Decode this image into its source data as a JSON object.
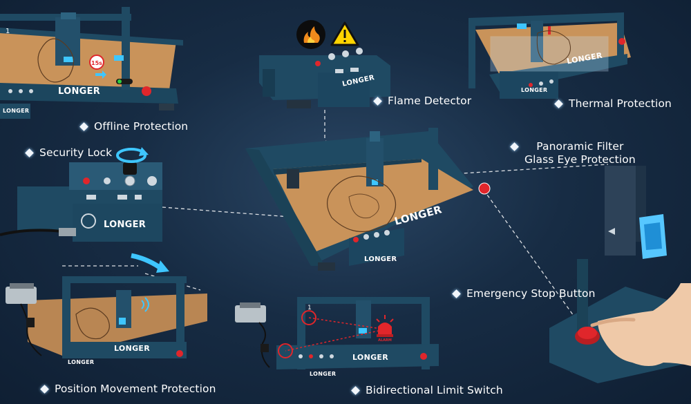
{
  "features": {
    "offline_protection": "Offline Protection",
    "security_lock": "Security Lock",
    "position_movement_protection": "Position Movement Protection",
    "flame_detector": "Flame Detector",
    "thermal_protection": "Thermal Protection",
    "panoramic_filter_line1": "Panoramic Filter",
    "panoramic_filter_line2": "Glass Eye Protection",
    "emergency_stop_button": "Emergency Stop Button",
    "bidirectional_limit_switch": "Bidirectional Limit Switch"
  },
  "brand": {
    "name": "LONGER"
  },
  "offline_panel": {
    "timer_badge": "15s",
    "frame_number": "1"
  },
  "limit_switch_panel": {
    "frame_number": "1",
    "alarm_text": "ALARM"
  },
  "colors": {
    "frame": "#1f4a63",
    "wood": "#c9935a",
    "accent_red": "#e0262b",
    "accent_cyan": "#3ec6ff",
    "background": "#172c44"
  },
  "icons": [
    "fire-icon",
    "warning-triangle-icon",
    "rotate-arrow-icon",
    "diamond-bullet-icon"
  ]
}
